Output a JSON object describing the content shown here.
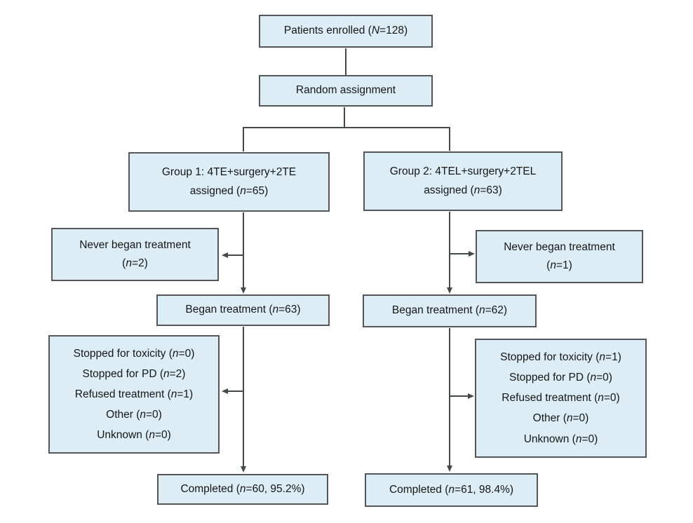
{
  "colors": {
    "box_fill": "#dcedf5",
    "box_border": "#54565a",
    "connector_line": "#46484b",
    "text": "#161616"
  },
  "nodes": {
    "enrolled": {
      "pre": "Patients enrolled (",
      "var": "N",
      "post": "=128)"
    },
    "random": {
      "label": "Random assignment"
    },
    "group1": {
      "line1": "Group 1: 4TE+surgery+2TE",
      "pre": "assigned (",
      "var": "n",
      "post": "=65)"
    },
    "group2": {
      "line1": "Group 2: 4TEL+surgery+2TEL",
      "pre": "assigned (",
      "var": "n",
      "post": "=63)"
    },
    "never1": {
      "line1": "Never began treatment",
      "pre": "(",
      "var": "n",
      "post": "=2)"
    },
    "never2": {
      "line1": "Never began treatment",
      "pre": "(",
      "var": "n",
      "post": "=1)"
    },
    "began1": {
      "pre": "Began treatment (",
      "var": "n",
      "post": "=63)"
    },
    "began2": {
      "pre": "Began treatment (",
      "var": "n",
      "post": "=62)"
    },
    "stopped1": {
      "items": [
        {
          "pre": "Stopped for toxicity (",
          "var": "n",
          "post": "=0)"
        },
        {
          "pre": "Stopped for PD (",
          "var": "n",
          "post": "=2)"
        },
        {
          "pre": "Refused treatment (",
          "var": "n",
          "post": "=1)"
        },
        {
          "pre": "Other (",
          "var": "n",
          "post": "=0)"
        },
        {
          "pre": "Unknown (",
          "var": "n",
          "post": "=0)"
        }
      ]
    },
    "stopped2": {
      "items": [
        {
          "pre": "Stopped for toxicity (",
          "var": "n",
          "post": "=1)"
        },
        {
          "pre": "Stopped for PD (",
          "var": "n",
          "post": "=0)"
        },
        {
          "pre": "Refused treatment (",
          "var": "n",
          "post": "=0)"
        },
        {
          "pre": "Other (",
          "var": "n",
          "post": "=0)"
        },
        {
          "pre": "Unknown (",
          "var": "n",
          "post": "=0)"
        }
      ]
    },
    "completed1": {
      "pre": "Completed (",
      "var": "n",
      "post": "=60, 95.2%)"
    },
    "completed2": {
      "pre": "Completed (",
      "var": "n",
      "post": "=61, 98.4%)"
    }
  }
}
